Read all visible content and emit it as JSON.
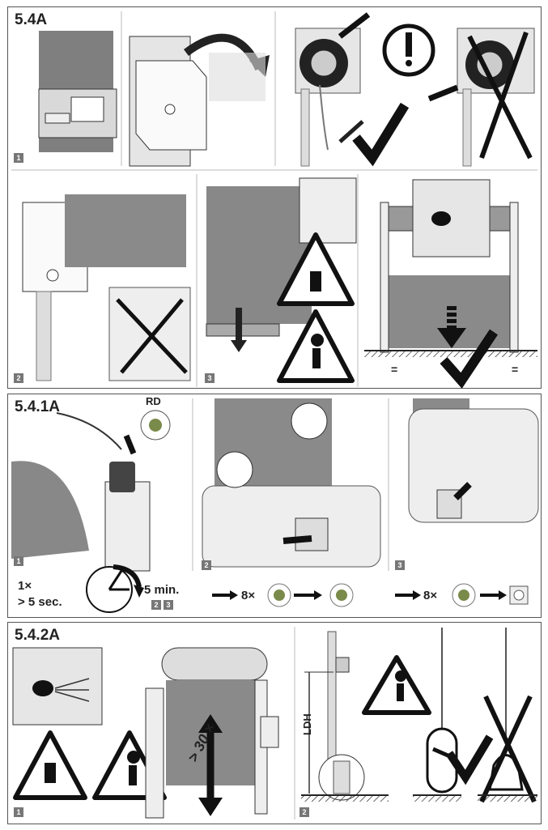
{
  "sections": [
    {
      "title": "5.4A"
    },
    {
      "title": "5.4.1A"
    },
    {
      "title": "5.4.2A"
    }
  ],
  "steps": {
    "s1": "1",
    "s2": "2",
    "s3": "3",
    "t1": "1",
    "t2": "2",
    "t3": "3",
    "u1": "1",
    "u2": "2",
    "clock_ref_a": "2",
    "clock_ref_b": "3"
  },
  "labels": {
    "rd": "RD",
    "press_count": "1×",
    "press_duration": "> 5 sec.",
    "time_limit": "5 min.",
    "flash_count_a": "8×",
    "flash_count_b": "8×",
    "cycles": "> 30 ×",
    "ldh": "LDH",
    "equal_left": "=",
    "equal_right": "="
  },
  "colors": {
    "fabric": "#808080",
    "frame_line": "#333333",
    "led_green": "#7a8a4a",
    "check": "#111111"
  }
}
